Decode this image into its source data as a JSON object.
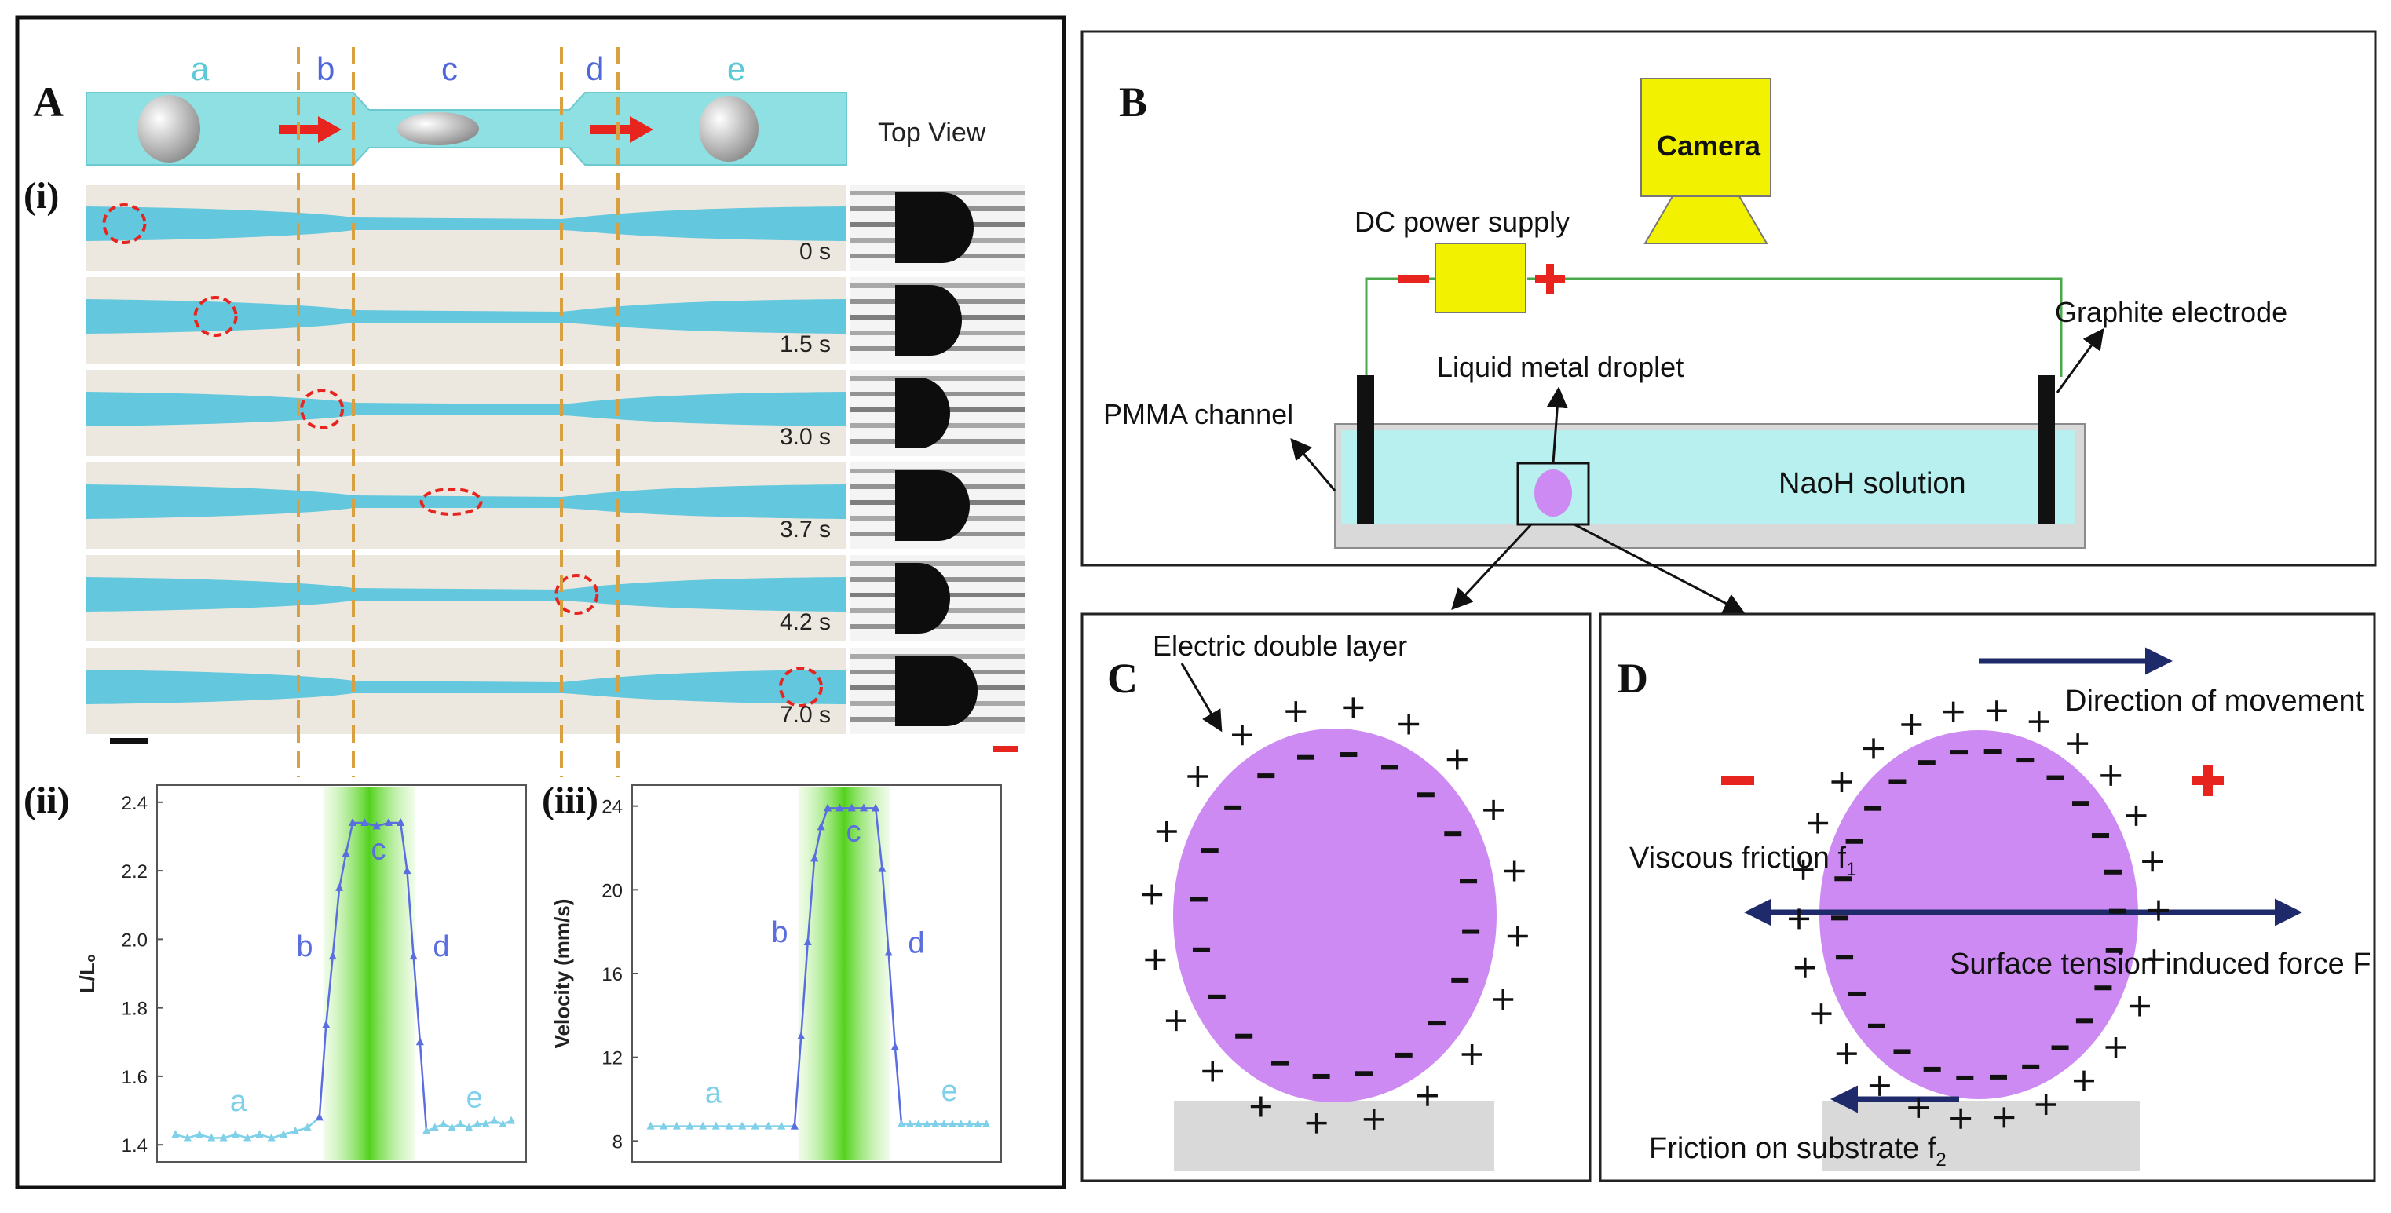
{
  "panel_a": {
    "label": "A",
    "sub_i": "(i)",
    "sub_ii": "(ii)",
    "sub_iii": "(iii)",
    "top_view": "Top View",
    "regions": [
      "a",
      "b",
      "c",
      "d",
      "e"
    ],
    "frames": [
      {
        "time": "0 s",
        "pos": 0.05
      },
      {
        "time": "1.5 s",
        "pos": 0.17
      },
      {
        "time": "3.0 s",
        "pos": 0.31
      },
      {
        "time": "3.7 s",
        "pos": 0.48
      },
      {
        "time": "4.2 s",
        "pos": 0.645
      },
      {
        "time": "7.0 s",
        "pos": 0.94
      }
    ]
  },
  "chart_data": [
    {
      "type": "line",
      "ylabel": "L/L₀",
      "ylim": [
        1.35,
        2.45
      ],
      "yticks": [
        "1.4",
        "1.6",
        "1.8",
        "2.0",
        "2.2",
        "2.4"
      ],
      "region_labels": [
        "a",
        "b",
        "c",
        "d",
        "e"
      ],
      "highlight_region": "c",
      "series_edge_a": [
        1.43,
        1.42,
        1.43,
        1.42,
        1.42,
        1.43,
        1.42,
        1.43,
        1.42,
        1.43,
        1.44,
        1.45,
        1.48
      ],
      "series_rise": [
        1.48,
        1.75,
        1.95,
        2.15,
        2.25,
        2.34
      ],
      "series_top": [
        2.34,
        2.34,
        2.33,
        2.34,
        2.34
      ],
      "series_fall": [
        2.34,
        2.2,
        1.95,
        1.7,
        1.44
      ],
      "series_edge_e": [
        1.44,
        1.45,
        1.46,
        1.45,
        1.46,
        1.45,
        1.46,
        1.46,
        1.47,
        1.46,
        1.47
      ]
    },
    {
      "type": "line",
      "ylabel": "Velocity (mm/s)",
      "ylim": [
        7,
        25
      ],
      "yticks": [
        "8",
        "12",
        "16",
        "20",
        "24"
      ],
      "region_labels": [
        "a",
        "b",
        "c",
        "d",
        "e"
      ],
      "highlight_region": "c",
      "series_edge_a": [
        8.7,
        8.7,
        8.7,
        8.7,
        8.7,
        8.7,
        8.7,
        8.7,
        8.7,
        8.7,
        8.7,
        8.7
      ],
      "series_rise": [
        8.7,
        13.0,
        17.5,
        21.5,
        23.0,
        23.9
      ],
      "series_top": [
        23.9,
        23.9,
        23.9,
        23.9,
        23.9
      ],
      "series_fall": [
        23.9,
        21.0,
        17.0,
        12.5,
        8.8
      ],
      "series_edge_e": [
        8.8,
        8.8,
        8.8,
        8.8,
        8.8,
        8.8,
        8.8,
        8.8,
        8.8,
        8.8,
        8.8
      ]
    }
  ],
  "panel_b": {
    "label": "B",
    "camera": "Camera",
    "power": "DC power supply",
    "minus": "−",
    "plus": "+",
    "graphite": "Graphite electrode",
    "droplet": "Liquid metal droplet",
    "channel": "PMMA channel",
    "solution": "NaoH solution"
  },
  "panel_c": {
    "label": "C",
    "edl": "Electric double layer"
  },
  "panel_d": {
    "label": "D",
    "direction": "Direction of movement",
    "viscous": "Viscous friction f",
    "viscous_sub": "1",
    "tension": "Surface tension induced force F",
    "friction": "Friction on substrate f",
    "friction_sub": "2"
  },
  "colors": {
    "channel": "#8ee0e2",
    "stream": "#57c3dc",
    "droplet": "#cd8af2",
    "highlight": "#53d21d",
    "series": "#5a6ee0",
    "edge_series": "#7fd0e8",
    "camera": "#f2f200",
    "solution": "#b8f0ef",
    "arrow_navy": "#1e2a6a",
    "red": "#e8241f",
    "wire": "#49a84a"
  }
}
